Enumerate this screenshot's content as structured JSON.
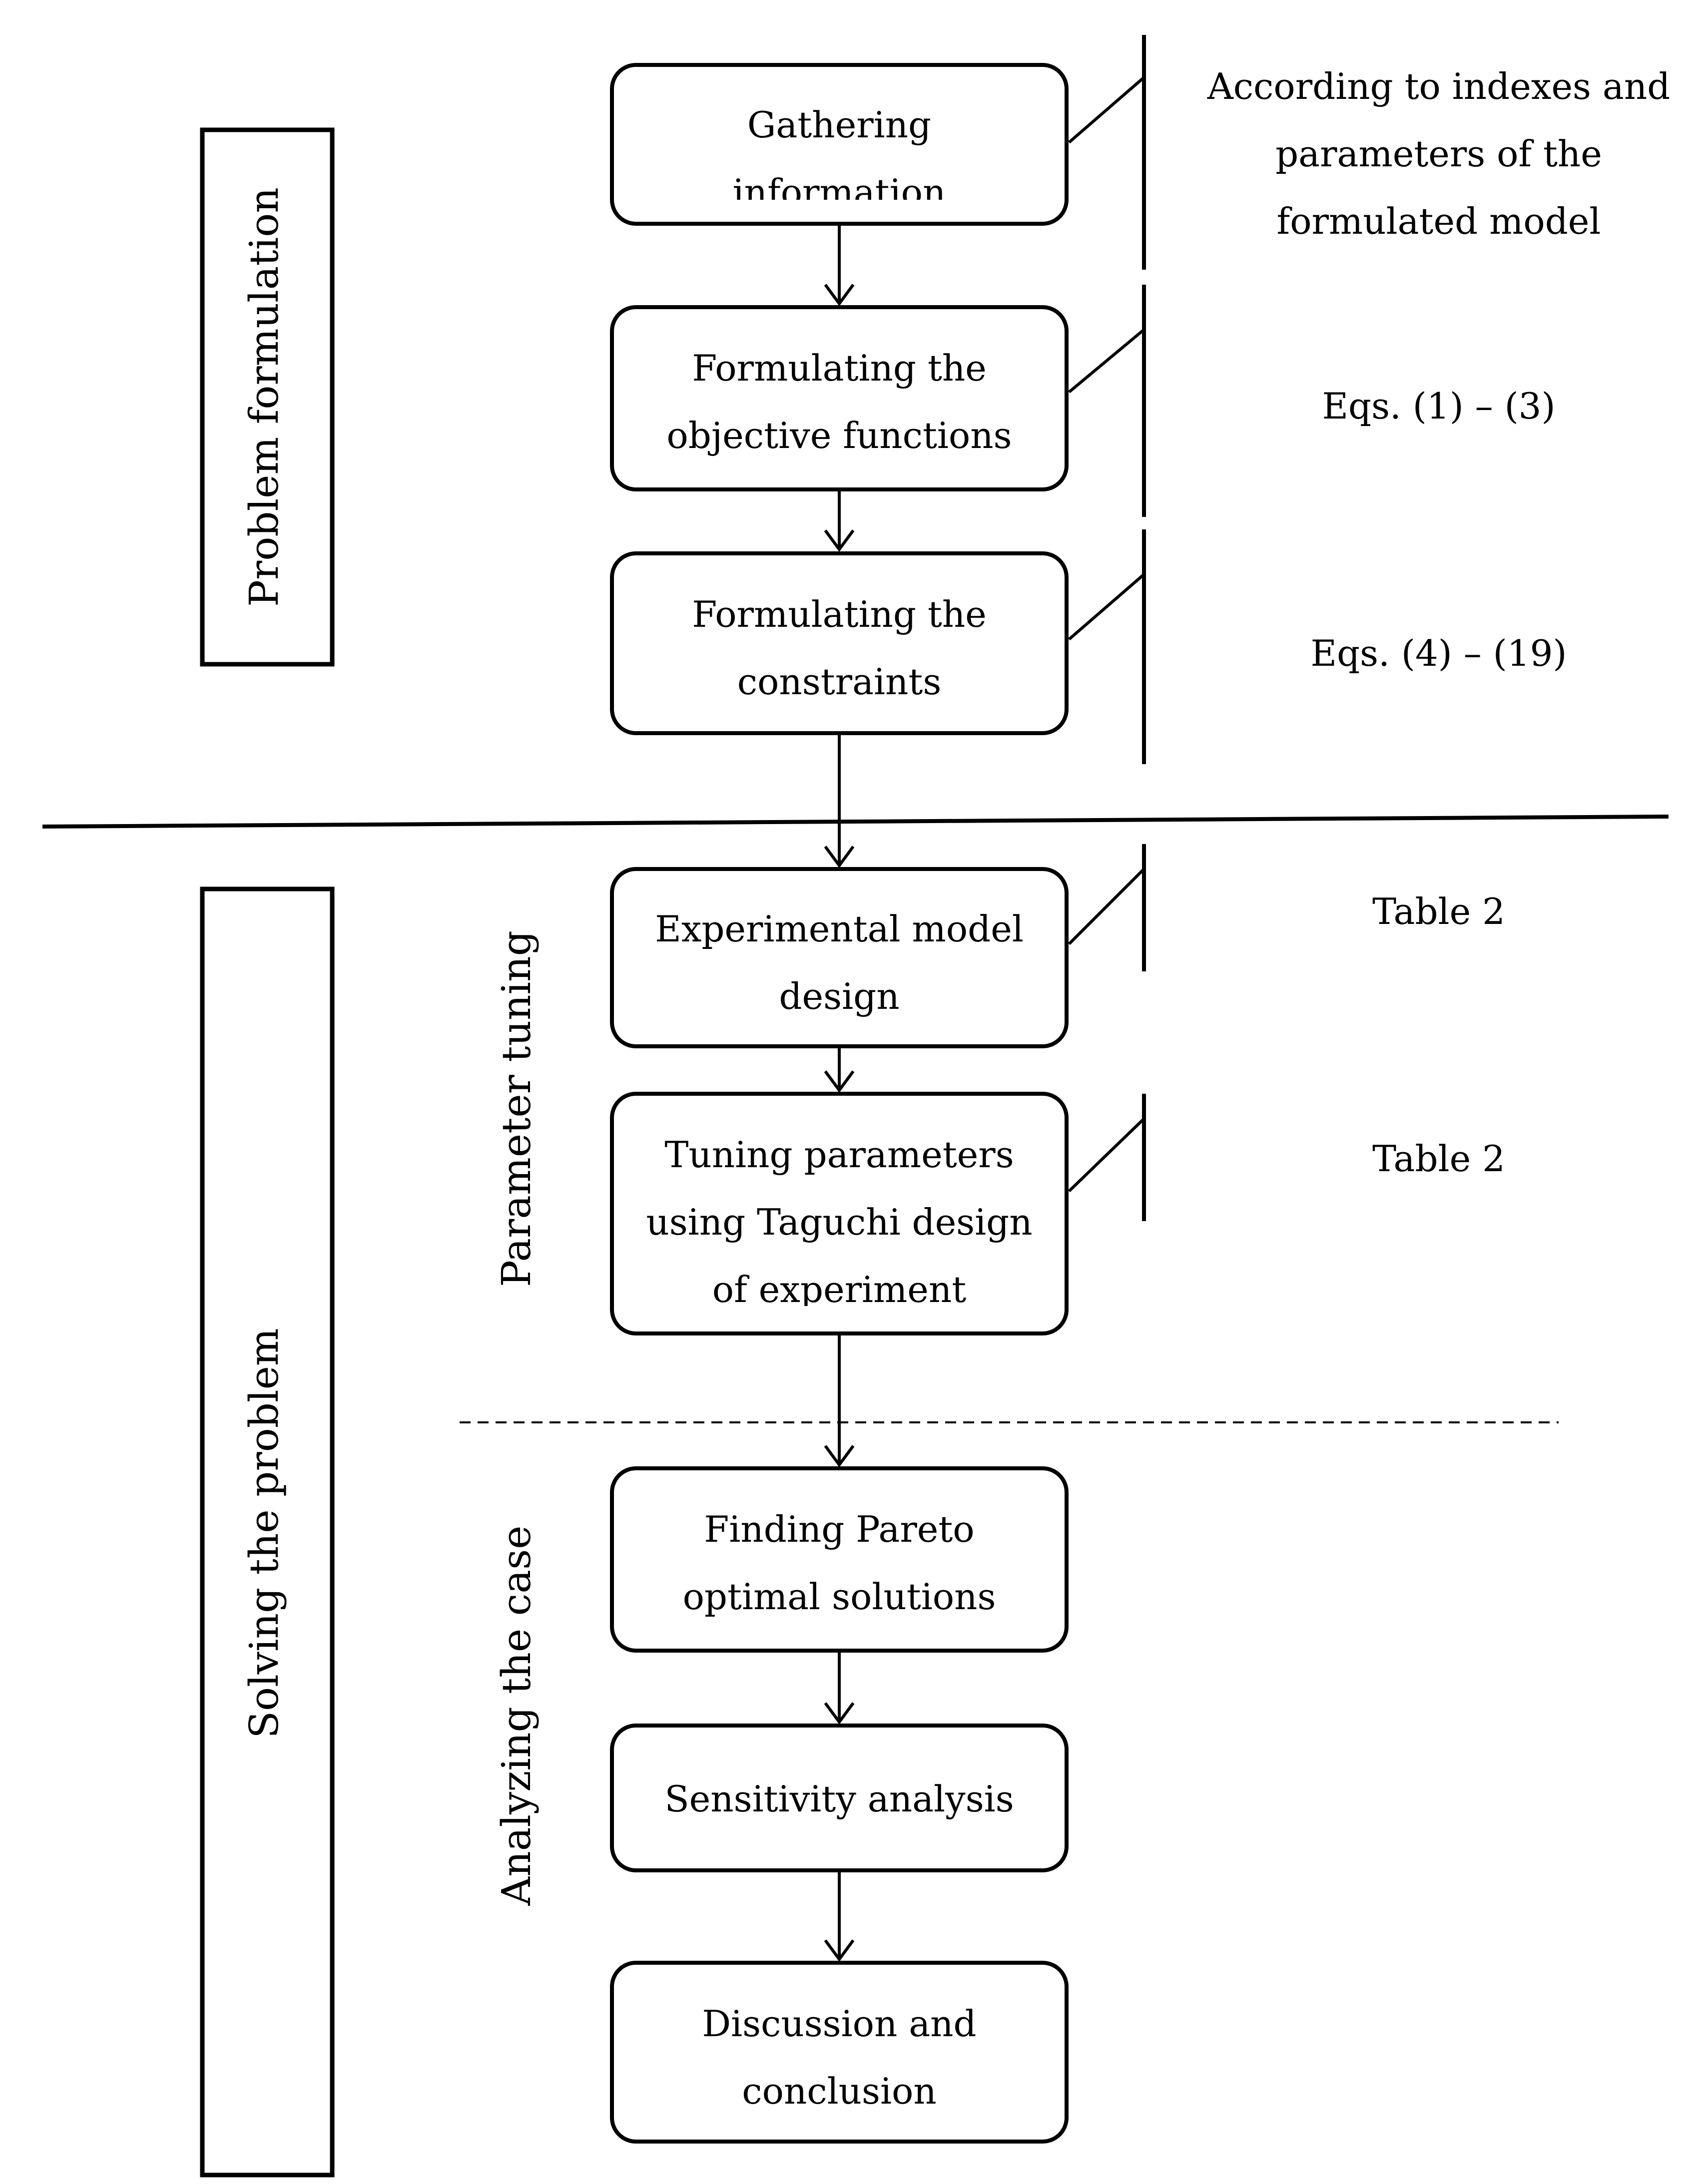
{
  "sections": {
    "problem": "Problem formulation",
    "solving": "Solving the problem",
    "tuning": "Parameter tuning",
    "analyzing": "Analyzing the case"
  },
  "steps": [
    {
      "line1": "Gathering",
      "line2": "information",
      "note": [
        "According to indexes and",
        "parameters of the",
        "formulated model"
      ]
    },
    {
      "line1": "Formulating the",
      "line2": "objective functions",
      "note": [
        "Eqs. (1) – (3)"
      ]
    },
    {
      "line1": "Formulating the",
      "line2": "constraints",
      "note": [
        "Eqs. (4) – (19)"
      ]
    },
    {
      "line1": "Experimental model",
      "line2": "design",
      "note": [
        "Table 2"
      ]
    },
    {
      "line1": "Tuning parameters",
      "line2": "using Taguchi design",
      "line3": "of experiment",
      "note": [
        "Table 2"
      ]
    },
    {
      "line1": "Finding Pareto",
      "line2": "optimal solutions"
    },
    {
      "line1": "Sensitivity analysis"
    },
    {
      "line1": "Discussion and",
      "line2": "conclusion"
    }
  ]
}
